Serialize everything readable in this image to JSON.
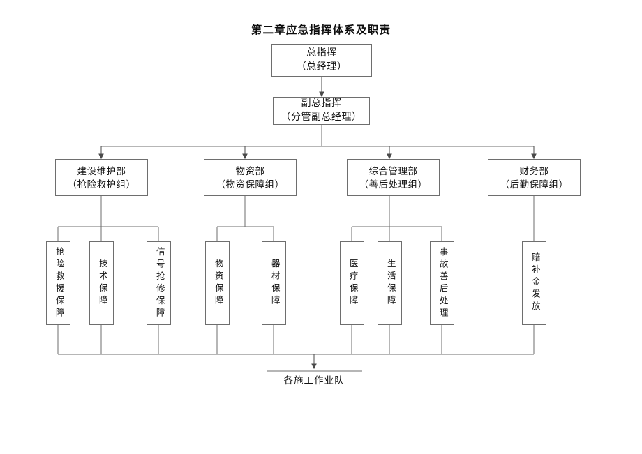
{
  "document": {
    "title": "第二章应急指挥体系及职责",
    "background_color": "#ffffff",
    "line_color": "#6e6e6e",
    "text_color": "#141414"
  },
  "chart_data": {
    "type": "diagram",
    "subtype": "organizational-hierarchy-flowchart",
    "title": "第二章应急指挥体系及职责",
    "levels": 4,
    "orientation": "top-down"
  },
  "nodes": {
    "commander": {
      "line1": "总指挥",
      "line2": "（总经理）"
    },
    "deputy": {
      "line1": "副总指挥",
      "line2": "（分管副总经理）"
    },
    "departments": [
      {
        "line1": "建设维护部",
        "line2": "（抢险救护组）"
      },
      {
        "line1": "物资部",
        "line2": "（物资保障组）"
      },
      {
        "line1": "综合管理部",
        "line2": "（善后处理组）"
      },
      {
        "line1": "财务部",
        "line2": "（后勤保障组）"
      }
    ],
    "teams": [
      {
        "label": "抢险救援保障",
        "group": "建设维护部"
      },
      {
        "label": "技术保障",
        "group": "建设维护部"
      },
      {
        "label": "信号抢修保障",
        "group": "建设维护部"
      },
      {
        "label": "物资保障",
        "group": "物资部"
      },
      {
        "label": "器材保障",
        "group": "物资部"
      },
      {
        "label": "医疗保障",
        "group": "综合管理部"
      },
      {
        "label": "生活保障",
        "group": "综合管理部"
      },
      {
        "label": "事故善后处理",
        "group": "综合管理部"
      },
      {
        "label": "赔补金发放",
        "group": "财务部"
      }
    ],
    "bottom": {
      "label": "各施工作业队"
    }
  }
}
